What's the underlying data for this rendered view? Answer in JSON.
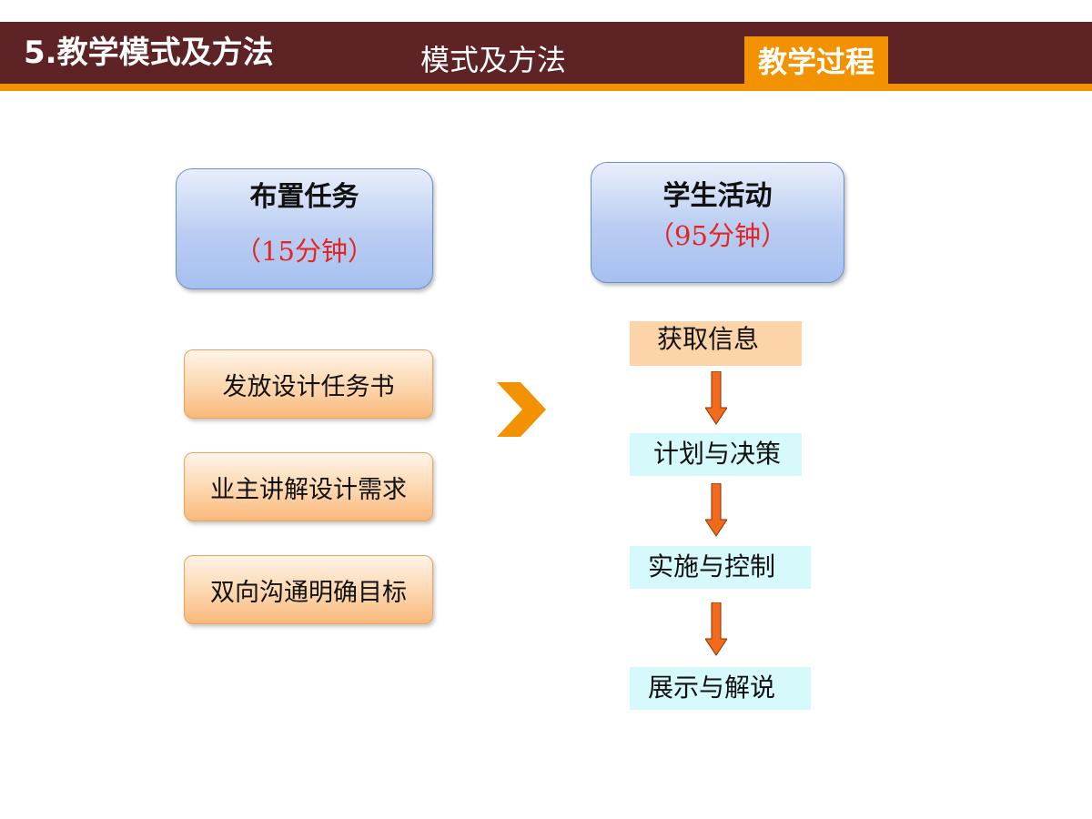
{
  "header": {
    "section_title": "5.教学模式及方法",
    "subtitle": "模式及方法",
    "active_tab": "教学过程"
  },
  "assign_task": {
    "title": "布置任务",
    "duration": "（15分钟）",
    "items": [
      "发放设计任务书",
      "业主讲解设计需求",
      "双向沟通明确目标"
    ]
  },
  "student_activity": {
    "title": "学生活动",
    "duration": "（95分钟）",
    "steps": [
      "获取信息",
      "计划与决策",
      "实施与控制",
      "展示与解说"
    ]
  },
  "colors": {
    "header_bg": "#5e2324",
    "accent_orange": "#f39200",
    "duration_red": "#e52521",
    "arrow_fill": "#f26a1b",
    "step_peach": "#fcd4a8",
    "step_cyan": "#d6fafc"
  },
  "icons": {
    "flow_arrow": "chevron-right-icon",
    "step_arrow": "arrow-down-icon"
  }
}
